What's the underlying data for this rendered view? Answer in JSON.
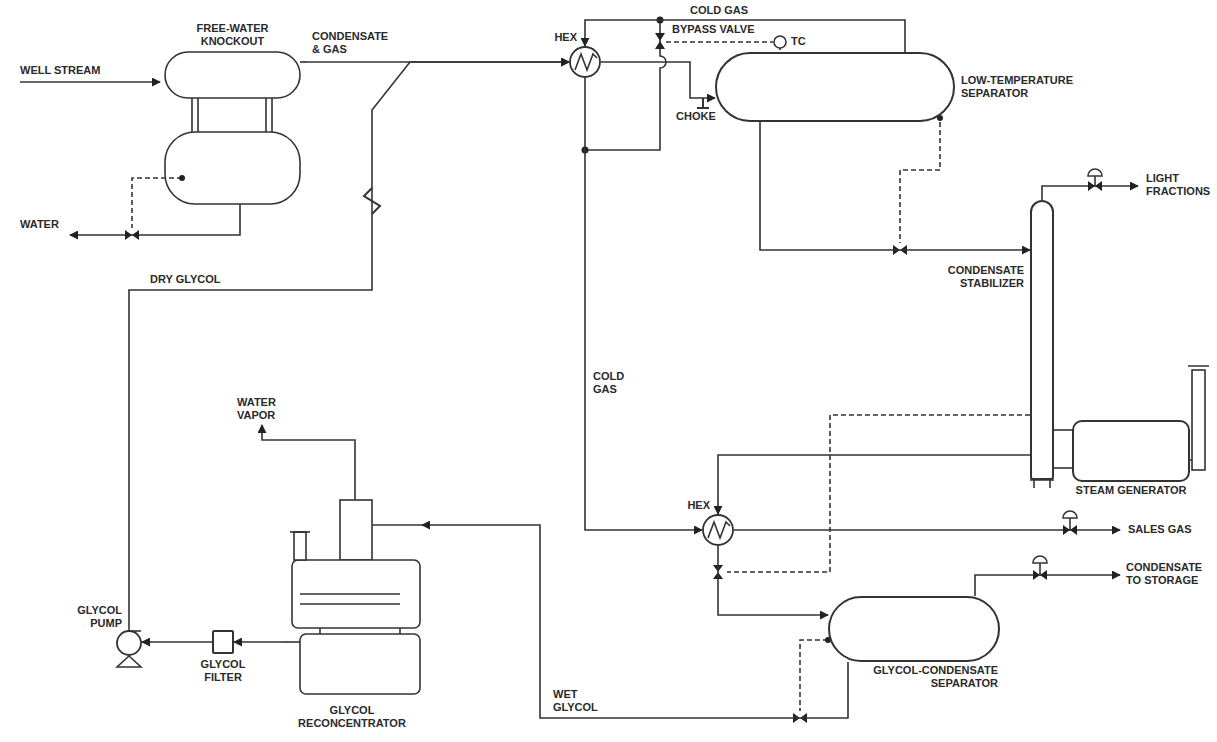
{
  "diagram": {
    "nodes": [
      {
        "text": [
          "FREE-WATER KNOCKOUT"
        ]
      },
      {
        "text": [
          "HEX"
        ]
      },
      {
        "text": [
          "LOW-TEMPERATURE SEPARATOR"
        ]
      },
      {
        "text": [
          "CONDENSATE STABILIZER"
        ]
      },
      {
        "text": [
          "STEAM GENERATOR"
        ]
      },
      {
        "text": [
          "HEX"
        ]
      },
      {
        "text": [
          "GLYCOL-CONDENSATE SEPARATOR"
        ]
      },
      {
        "text": [
          "GLYCOL RECONCENTRATOR"
        ]
      },
      {
        "text": [
          "GLYCOL FILTER"
        ]
      },
      {
        "text": [
          "GLYCOL PUMP"
        ]
      }
    ],
    "edges": [
      {
        "from": 0,
        "to": 1,
        "arrow": "to",
        "label": "CONDENSATE & GAS"
      },
      {
        "from": 9,
        "to": 1,
        "arrow": "to",
        "label": "DRY GLYCOL"
      },
      {
        "from": 1,
        "to": 2,
        "arrow": "to"
      },
      {
        "from": 2,
        "to": 1,
        "arrow": "to",
        "label": "COLD GAS"
      },
      {
        "from": 1,
        "to": 5,
        "arrow": "to",
        "label": "COLD GAS"
      },
      {
        "from": 2,
        "to": 3,
        "arrow": "to"
      },
      {
        "from": 4,
        "to": 3,
        "arrow": "none"
      },
      {
        "from": 4,
        "to": 3,
        "arrow": "none"
      },
      {
        "from": 3,
        "to": 5,
        "arrow": "to"
      },
      {
        "from": 5,
        "to": 6,
        "arrow": "to"
      },
      {
        "from": 6,
        "to": 7,
        "arrow": "to",
        "label": "WET GLYCOL"
      },
      {
        "from": 7,
        "to": 8,
        "arrow": "to"
      },
      {
        "from": 8,
        "to": 9,
        "arrow": "to"
      }
    ],
    "labels": [
      "WELL STREAM",
      "WATER",
      "BYPASS VALVE",
      "TC",
      "CHOKE",
      "LIGHT FRACTIONS",
      "WATER VAPOR",
      "SALES GAS",
      "CONDENSATE TO STORAGE"
    ]
  }
}
